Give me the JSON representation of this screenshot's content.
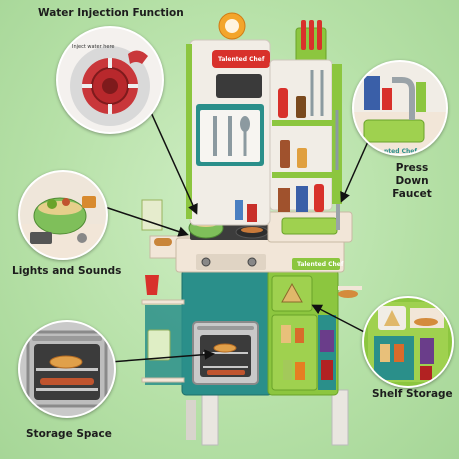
{
  "labels": {
    "water_injection": "Water Injection Function",
    "press_down_line1": "Press",
    "press_down_line2": "Down",
    "press_down_line3": "Faucet",
    "lights_sounds": "Lights and Sounds",
    "shelf_storage": "Shelf Storage",
    "storage_space": "Storage Space"
  },
  "brand": {
    "sign_top": "Talented Chef",
    "sign_counter": "Talented Chef",
    "sign_sink": "nted Chef"
  },
  "callout_text": {
    "inject_water": "Inject water here"
  },
  "colors": {
    "background": "#b5e0a6",
    "teal_body": "#2a8f8a",
    "lime_green": "#8cc63f",
    "cream": "#f2e6d8",
    "accent_red": "#d8312b",
    "arrow": "#111111"
  }
}
